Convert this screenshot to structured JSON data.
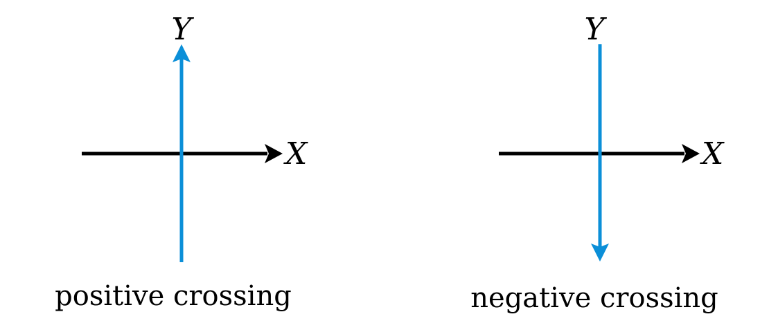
{
  "colors": {
    "x_axis": "#000000",
    "y_axis": "#0b8fd8",
    "text": "#000000",
    "background": "#ffffff"
  },
  "panels": [
    {
      "y_label": "Y",
      "x_label": "X",
      "caption": "positive crossing",
      "y_arrow_direction": "up"
    },
    {
      "y_label": "Y",
      "x_label": "X",
      "caption": "negative crossing",
      "y_arrow_direction": "down"
    }
  ]
}
